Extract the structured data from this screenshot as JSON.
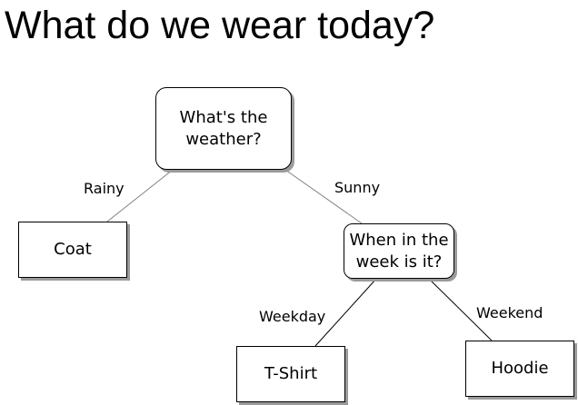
{
  "title": "What do we wear today?",
  "nodes": {
    "weather": "What's the\nweather?",
    "week": "When in the\nweek is it?",
    "coat": "Coat",
    "tshirt": "T-Shirt",
    "hoodie": "Hoodie"
  },
  "edges": {
    "rainy": "Rainy",
    "sunny": "Sunny",
    "weekday": "Weekday",
    "weekend": "Weekend"
  },
  "colors": {
    "line": "#808080",
    "shadow": "#9a9a9a",
    "border": "#000000"
  }
}
